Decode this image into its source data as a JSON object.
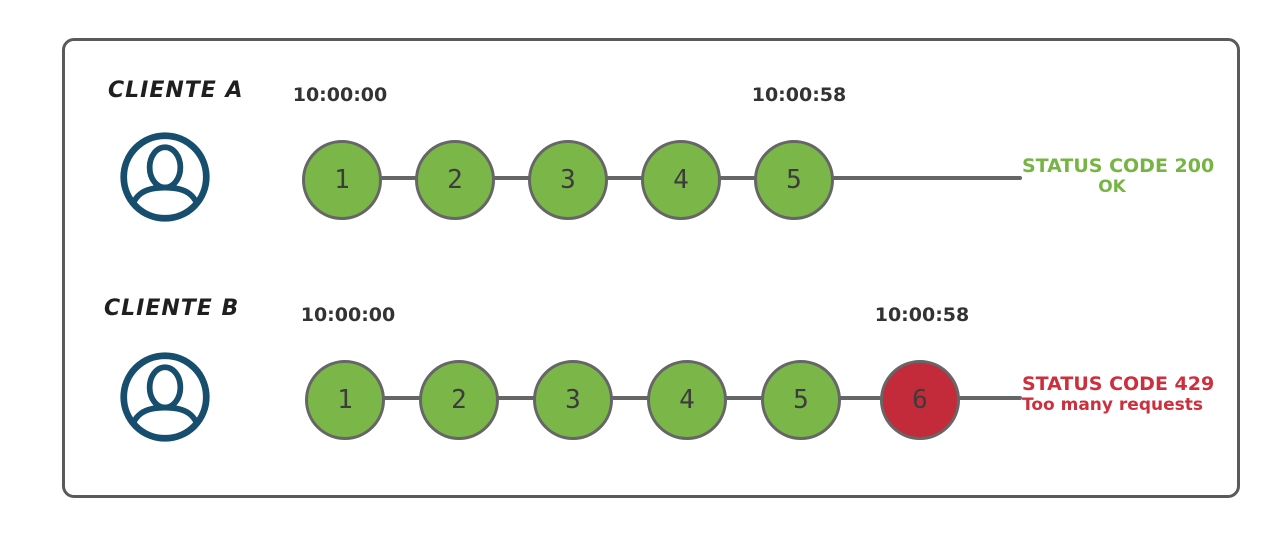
{
  "diagram": {
    "title": "rate-limit-comparison",
    "clients": [
      {
        "name": "CLIENTE A",
        "start_time": "10:00:00",
        "end_time": "10:00:58",
        "requests": [
          "1",
          "2",
          "3",
          "4",
          "5"
        ],
        "request_states": [
          "ok",
          "ok",
          "ok",
          "ok",
          "ok"
        ],
        "status_line1": "STATUS CODE 200",
        "status_line2": "OK",
        "status_color": "#76b543"
      },
      {
        "name": "CLIENTE B",
        "start_time": "10:00:00",
        "end_time": "10:00:58",
        "requests": [
          "1",
          "2",
          "3",
          "4",
          "5",
          "6"
        ],
        "request_states": [
          "ok",
          "ok",
          "ok",
          "ok",
          "ok",
          "blocked"
        ],
        "status_line1": "STATUS CODE 429",
        "status_line2": "Too many requests",
        "status_color": "#cd2f3d"
      }
    ],
    "colors": {
      "request_ok_fill": "#7ab648",
      "request_blocked_fill": "#c42b3a",
      "circle_border": "#666666",
      "timeline_line": "#666666",
      "avatar_stroke": "#174e6e",
      "box_border": "#5a5a5a",
      "timestamp_text": "#333333",
      "status_ok_text": "#76b543",
      "status_error_text": "#cd2f3d"
    }
  }
}
